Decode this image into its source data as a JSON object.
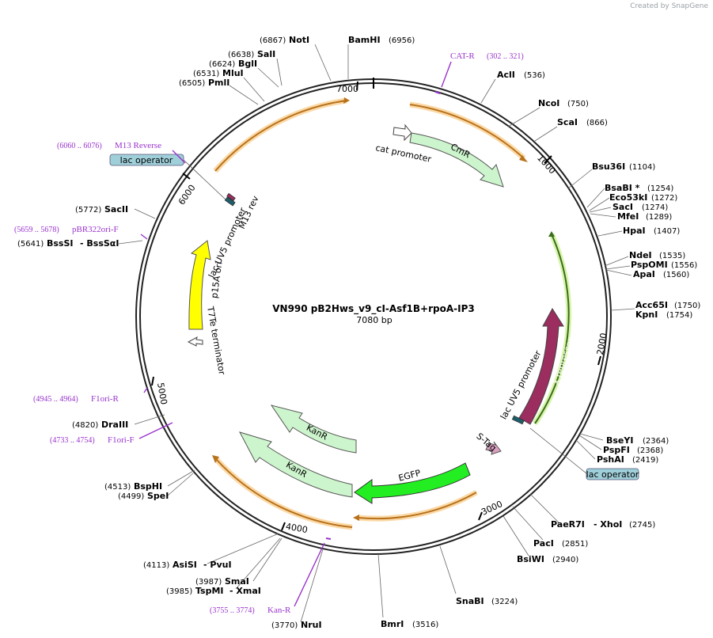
{
  "credit": "Created by SnapGene",
  "map": {
    "name": "VN990 pB2Hws_v9_cI-Asf1B+rpoA-IP3",
    "length": "7080 bp",
    "ticks": [
      "1000",
      "2000",
      "3000",
      "4000",
      "5000",
      "6000",
      "7000"
    ]
  },
  "sites": [
    {
      "name": "NotI",
      "pos": "(6867)"
    },
    {
      "name": "BamHI",
      "pos": "(6956)"
    },
    {
      "name": "SalI",
      "pos": "(6638)"
    },
    {
      "name": "BglI",
      "pos": "(6624)"
    },
    {
      "name": "MluI",
      "pos": "(6531)"
    },
    {
      "name": "PmlI",
      "pos": "(6505)"
    },
    {
      "name": "AclI",
      "pos": "(536)"
    },
    {
      "name": "NcoI",
      "pos": "(750)"
    },
    {
      "name": "ScaI",
      "pos": "(866)"
    },
    {
      "name": "Bsu36I",
      "pos": "(1104)"
    },
    {
      "name": "BsaBI *",
      "pos": "(1254)"
    },
    {
      "name": "Eco53kI",
      "pos": "(1272)"
    },
    {
      "name": "SacI",
      "pos": "(1274)"
    },
    {
      "name": "MfeI",
      "pos": "(1289)"
    },
    {
      "name": "HpaI",
      "pos": "(1407)"
    },
    {
      "name": "NdeI",
      "pos": "(1535)"
    },
    {
      "name": "PspOMI",
      "pos": "(1556)"
    },
    {
      "name": "ApaI",
      "pos": "(1560)"
    },
    {
      "name": "Acc65I",
      "pos": "(1750)"
    },
    {
      "name": "KpnI",
      "pos": "(1754)"
    },
    {
      "name": "BseYI",
      "pos": "(2364)"
    },
    {
      "name": "PspFI",
      "pos": "(2368)"
    },
    {
      "name": "PshAI",
      "pos": "(2419)"
    },
    {
      "name": "PaeR7I",
      "pos": "(2745)"
    },
    {
      "name": "XhoI",
      "pos": ""
    },
    {
      "name": "PacI",
      "pos": "(2851)"
    },
    {
      "name": "BsiWI",
      "pos": "(2940)"
    },
    {
      "name": "SnaBI",
      "pos": "(3224)"
    },
    {
      "name": "BmrI",
      "pos": "(3516)"
    },
    {
      "name": "NruI",
      "pos": "(3770)"
    },
    {
      "name": "SmaI",
      "pos": "(3987)"
    },
    {
      "name": "TspMI",
      "pos": "(3985)"
    },
    {
      "name": "XmaI",
      "pos": ""
    },
    {
      "name": "AsiSI",
      "pos": "(4113)"
    },
    {
      "name": "PvuI",
      "pos": ""
    },
    {
      "name": "BspHI",
      "pos": "(4513)"
    },
    {
      "name": "SpeI",
      "pos": "(4499)"
    },
    {
      "name": "DraIII",
      "pos": "(4820)"
    },
    {
      "name": "BssSI",
      "pos": "(5641)"
    },
    {
      "name": "BssSαI",
      "pos": ""
    },
    {
      "name": "SacII",
      "pos": "(5772)"
    }
  ],
  "primers": [
    {
      "name": "CAT-R",
      "range": "(302 .. 321)"
    },
    {
      "name": "M13 Reverse",
      "range": "(6060 .. 6076)"
    },
    {
      "name": "pBR322ori-F",
      "range": "(5659 .. 5678)"
    },
    {
      "name": "F1ori-R",
      "range": "(4945 .. 4964)"
    },
    {
      "name": "F1ori-F",
      "range": "(4733 .. 4754)"
    },
    {
      "name": "Kan-R",
      "range": "(3755 .. 3774)"
    }
  ],
  "features": {
    "cat_promoter": "cat promoter",
    "cmr": "CmR",
    "lambda_repressor": "λ repressor",
    "lac_uv5_right": "lac UV5 promoter",
    "s_tag": "S-Tag",
    "egfp": "EGFP",
    "kanr_inner": "KanR",
    "kanr_outer": "KanR",
    "p15a": "p15A ori",
    "t7te": "T7Te terminator",
    "lac_uv5_left": "lac UV5 promoter",
    "m13_rev": "M13 rev",
    "lac_operator_left": "lac operator",
    "lac_operator_right": "lac operator"
  },
  "colors": {
    "backbone": "#222222",
    "orange_arc": "#b8721d",
    "orange_glow": "#fbd9a6",
    "cmr": "#cdf5cd",
    "kanr": "#cdf5cd",
    "egfp": "#22ee22",
    "lambda": "#9b2d5f",
    "p15a": "#ffff00",
    "primer": "#9933cc",
    "lac_box": "#9fcfd9"
  }
}
